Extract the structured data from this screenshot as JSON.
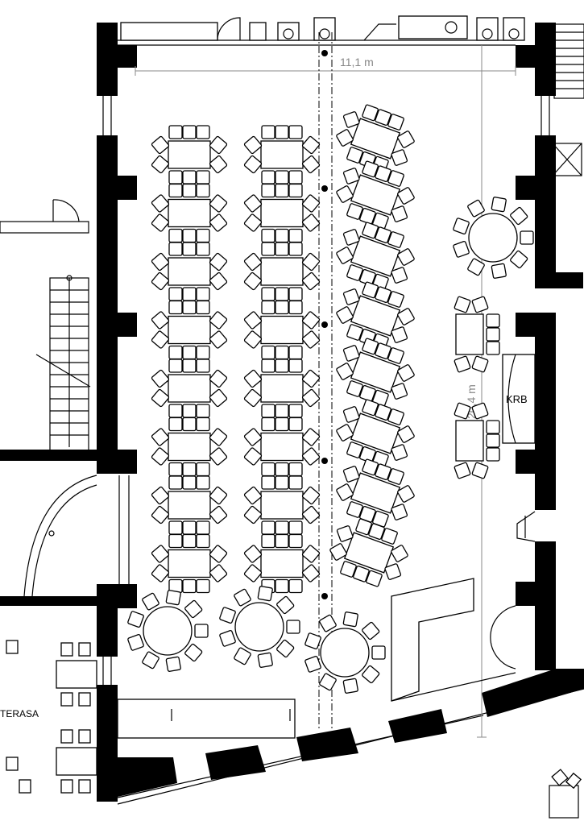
{
  "labels": {
    "width_dimension": "11,1 m",
    "length_dimension": "20,4 m",
    "fireplace": "KRB",
    "terrace": "TERASA"
  }
}
